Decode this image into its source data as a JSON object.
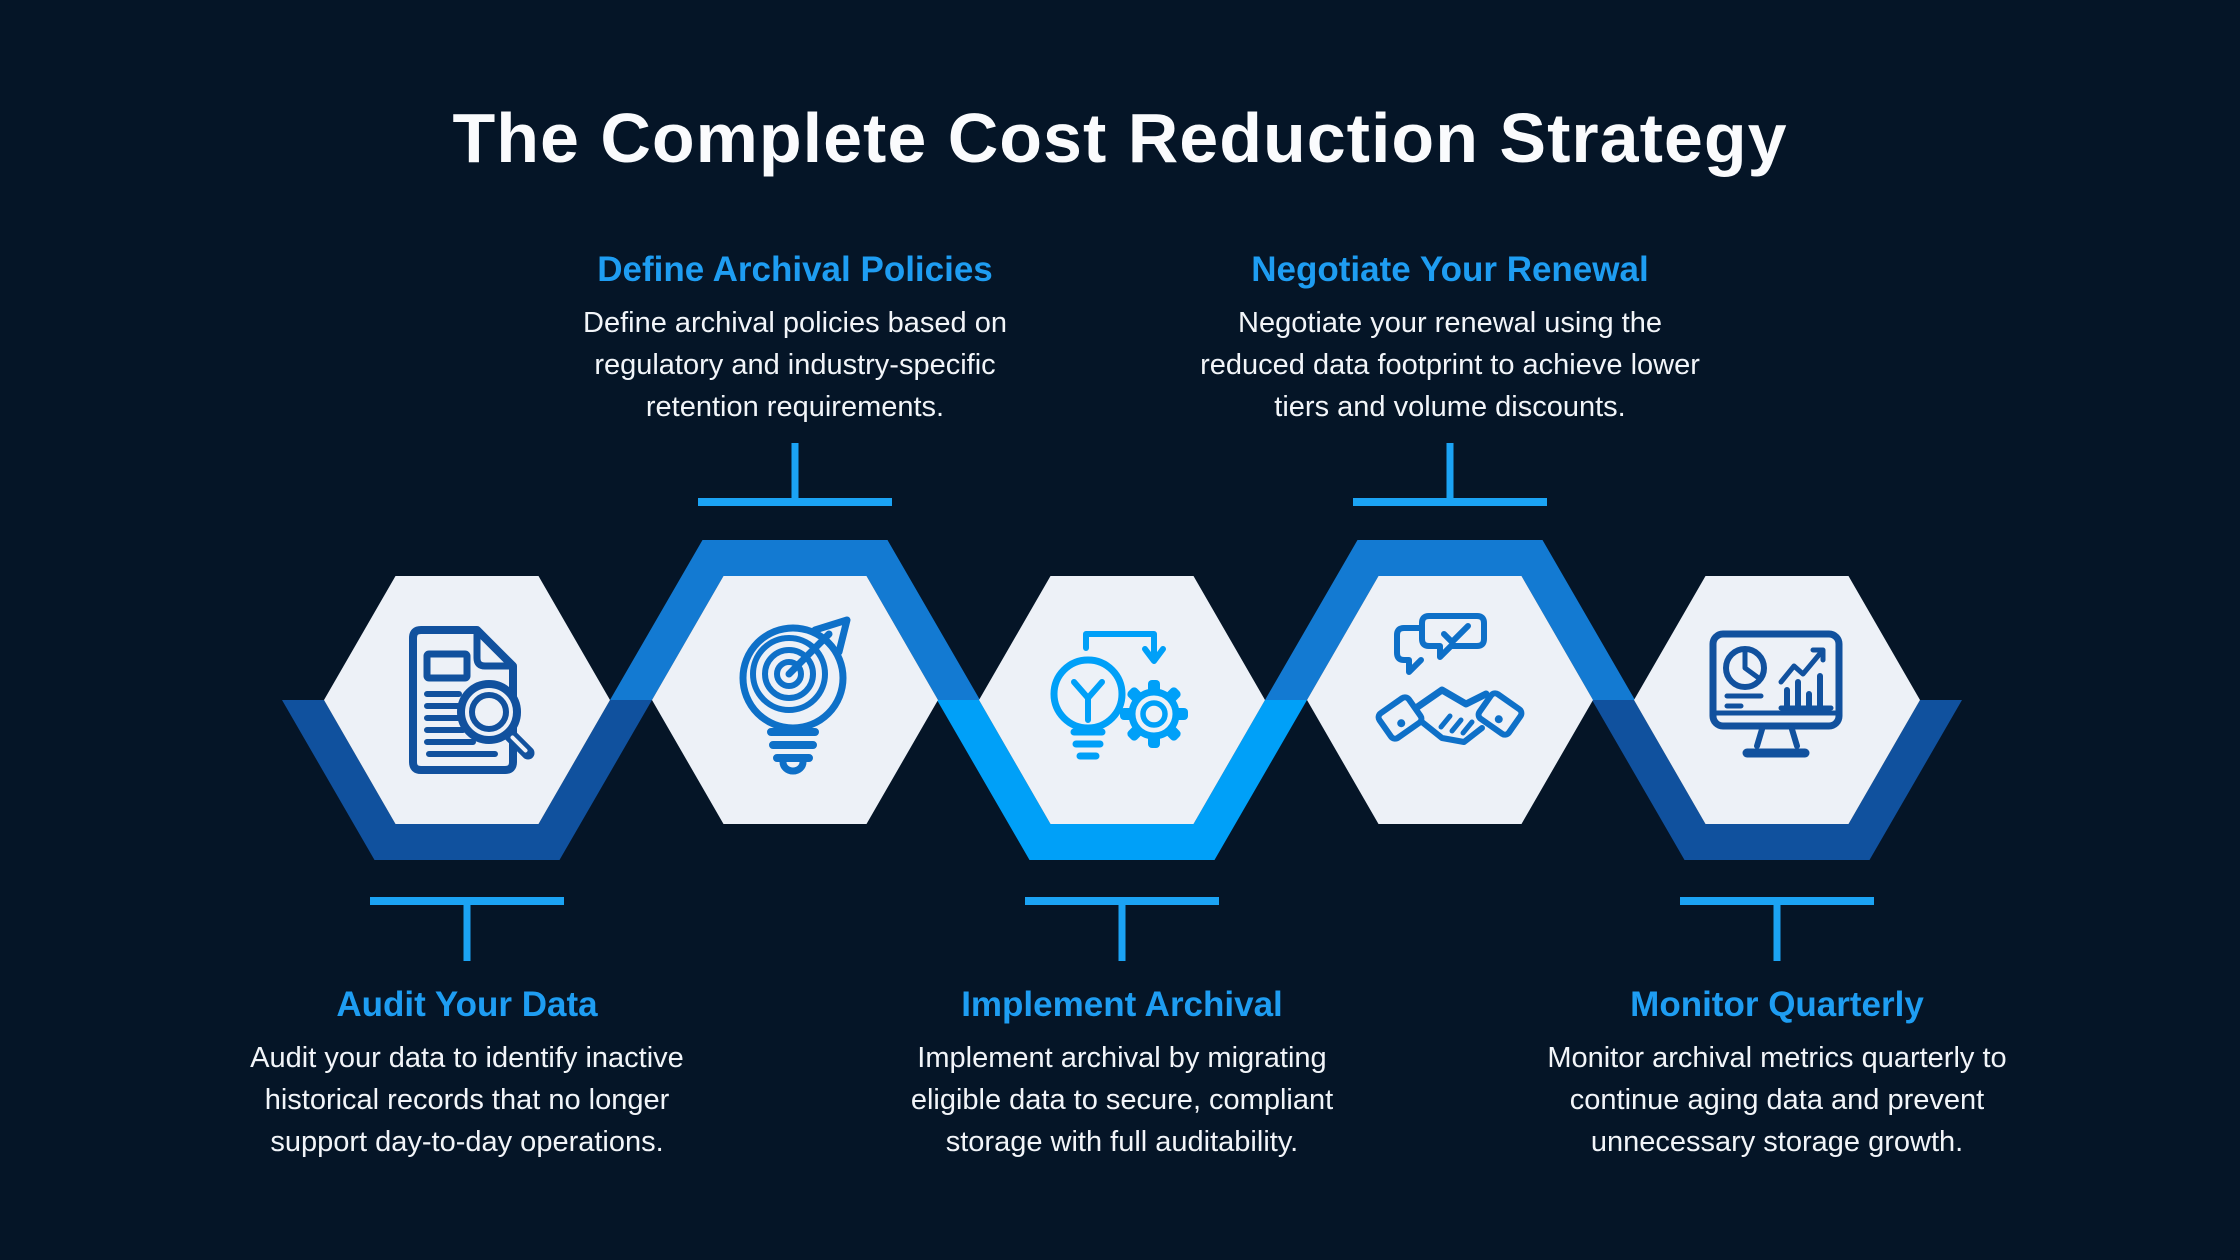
{
  "title": "The Complete Cost Reduction Strategy",
  "colors": {
    "bg_navy": "#051527",
    "hex_fill": "#EDF1F7",
    "ring_dark": "#10519E",
    "ring_medium": "#137AD2",
    "ring_light": "#00A0F8",
    "icon_dark": "#11519E",
    "icon_medium": "#0E70C8",
    "icon_light": "#00A0F8",
    "heading_blue": "#1E9DF2",
    "connector_blue": "#1BA3F4",
    "text_white": "#F2F5F9",
    "title_white": "#FAFBFD"
  },
  "steps": [
    {
      "heading": "Audit Your Data",
      "description": "Audit your data to identify inactive historical records that no longer support day-to-day operations.",
      "icon": "document-search-icon",
      "ring_color": "dark",
      "label_position": "bottom"
    },
    {
      "heading": "Define Archival Policies",
      "description": "Define archival policies based on regulatory and industry-specific retention requirements.",
      "icon": "target-dart-bulb-icon",
      "ring_color": "medium",
      "label_position": "top"
    },
    {
      "heading": "Implement Archival",
      "description": "Implement archival by migrating eligible data to secure, compliant storage with full auditability.",
      "icon": "bulb-gear-icon",
      "ring_color": "light",
      "label_position": "bottom"
    },
    {
      "heading": "Negotiate Your Renewal",
      "description": "Negotiate your renewal using the reduced data footprint to achieve lower tiers and volume discounts.",
      "icon": "handshake-check-icon",
      "ring_color": "medium",
      "label_position": "top"
    },
    {
      "heading": "Monitor Quarterly",
      "description": "Monitor archival metrics quarterly to continue aging data and prevent unnecessary storage growth.",
      "icon": "analytics-monitor-icon",
      "ring_color": "dark",
      "label_position": "bottom"
    }
  ]
}
